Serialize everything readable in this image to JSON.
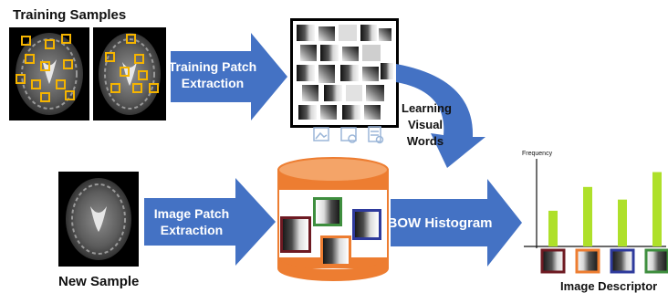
{
  "labels": {
    "training_samples": "Training Samples",
    "training_patch_extraction": [
      "Training Patch",
      "Extraction"
    ],
    "learning_visual_words": [
      "Learning",
      "Visual",
      "Words"
    ],
    "image_patch_extraction": [
      "Image Patch",
      "Extraction"
    ],
    "bow_histogram": "BOW Histogram",
    "new_sample": "New Sample",
    "frequency": "Frequency",
    "image_descriptor": "Image Descriptor"
  },
  "colors": {
    "arrow_blue": "#4472C4",
    "cylinder_orange": "#ED7D31",
    "bar_green": "#AEE02A",
    "roi_yellow": "#F5B400",
    "patch_dark_red": "#6E1A22",
    "patch_orange": "#ED7D31",
    "patch_green": "#3E8E3E",
    "patch_blue": "#2E3A9C"
  },
  "chart_data": {
    "type": "bar",
    "ylabel": "Frequency",
    "xlabel": "",
    "title": "",
    "categories": [
      "dark-red",
      "orange",
      "blue",
      "green"
    ],
    "values": [
      0.48,
      0.8,
      0.63,
      1.0
    ],
    "ylim": [
      0,
      1.08
    ],
    "grid": false
  }
}
